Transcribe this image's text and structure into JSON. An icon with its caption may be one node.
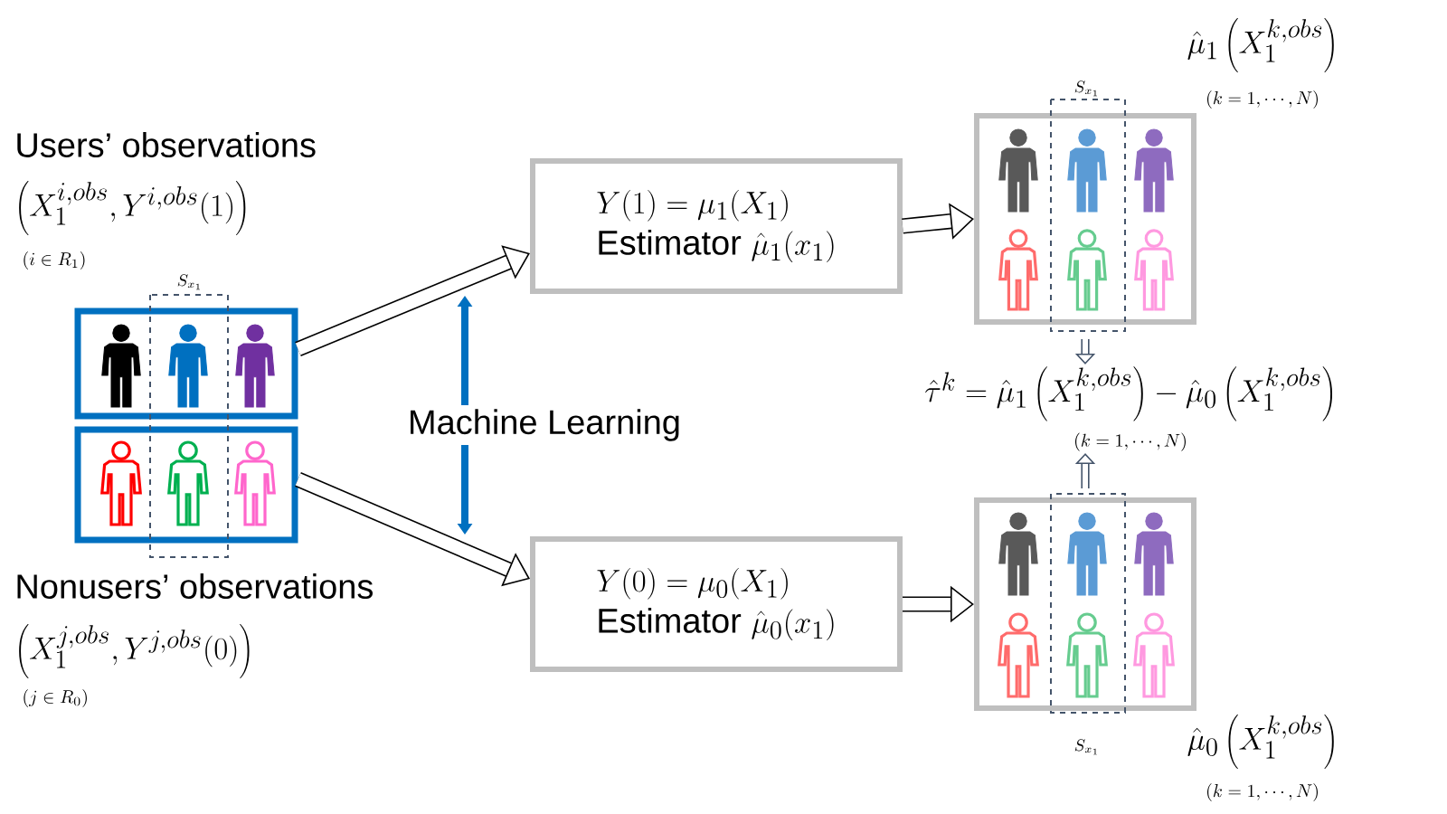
{
  "diagram": {
    "nodes": [
      {
        "text": [
          "Users’ observations",
          "\\left(X_1^{i,obs},Y^{i,obs}(1)\\right)",
          "(i\\in R_1)"
        ]
      },
      {
        "text": [
          "Nonusers’ observations",
          "\\left(X_1^{j,obs},Y^{j,obs}(0)\\right)",
          "(j\\in R_0)"
        ]
      },
      {
        "text": [
          "Y(1)=\\mu_1(X_1)",
          "Estimator",
          "\\hat{\\mu}_1(x_1)"
        ]
      },
      {
        "text": [
          "Y(0)=\\mu_0(X_1)",
          "Estimator",
          "\\hat{\\mu}_0(x_1)"
        ]
      },
      {
        "text": [
          "Machine Learning"
        ]
      },
      {
        "text": [
          "\\hat{\\mu}_1\\left(X_1^{k,obs}\\right)",
          "(k=1,\\cdots,N)"
        ]
      },
      {
        "text": [
          "\\hat{\\mu}_0\\left(X_1^{k,obs}\\right)",
          "(k=1,\\cdots,N)"
        ]
      },
      {
        "text": [
          "\\hat{\\tau}^k=\\hat{\\mu}_1\\left(X_1^{k,obs}\\right)-\\hat{\\mu}_0\\left(X_1^{k,obs}\\right)",
          "(k=1,\\cdots,N)"
        ]
      }
    ],
    "edges": [
      {
        "from": 0,
        "to": 2,
        "arrow": "to",
        "style": "thick"
      },
      {
        "from": 1,
        "to": 3,
        "arrow": "to",
        "style": "thick"
      },
      {
        "from": 4,
        "to": 2,
        "arrow": "to",
        "color": "#0070c0"
      },
      {
        "from": 4,
        "to": 3,
        "arrow": "to",
        "color": "#0070c0"
      },
      {
        "from": 2,
        "to": 5,
        "arrow": "to",
        "style": "thick"
      },
      {
        "from": 3,
        "to": 6,
        "arrow": "to",
        "style": "thick"
      },
      {
        "from": 5,
        "to": 7,
        "arrow": "to",
        "color": "#44546a"
      },
      {
        "from": 6,
        "to": 7,
        "arrow": "to",
        "color": "#44546a"
      }
    ],
    "labels": [
      "S_{x_1}",
      "S_{x_1}",
      "S_{x_1}"
    ]
  }
}
